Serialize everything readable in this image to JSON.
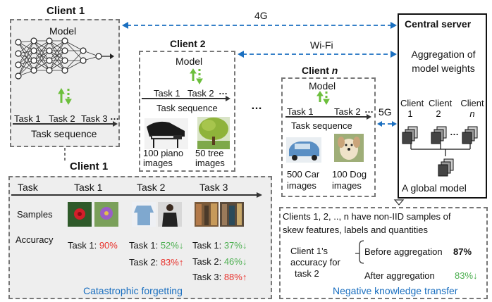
{
  "links": {
    "l4g": "4G",
    "wifi": "Wi-Fi",
    "l5g": "5G"
  },
  "client1": {
    "title": "Client 1",
    "model": "Model",
    "tasks": [
      "Task 1",
      "Task 2",
      "Task 3",
      "…"
    ],
    "seq": "Task sequence"
  },
  "client2": {
    "title": "Client 2",
    "model": "Model",
    "tasks": [
      "Task 1",
      "Task 2",
      "…"
    ],
    "seq": "Task sequence",
    "img1": "100 piano images",
    "img2": "50 tree images"
  },
  "ellipsis": "…",
  "clientn": {
    "title_prefix": "Client ",
    "title_n": "n",
    "model": "Model",
    "tasks": [
      "Task 1",
      "Task 2",
      "…"
    ],
    "seq": "Task sequence",
    "img1": "500 Car images",
    "img2": "100 Dog images"
  },
  "server": {
    "title": "Central server",
    "agg": "Aggregation of model weights",
    "c1": "Client 1",
    "c2": "Client 2",
    "cn_prefix": "Client",
    "cn": "n",
    "dots": "…",
    "global": "A global model"
  },
  "forget": {
    "title": "Client 1",
    "headers": [
      "Task",
      "Task 1",
      "Task 2",
      "Task 3"
    ],
    "samples": "Samples",
    "accuracy": "Accuracy",
    "col1": [
      {
        "label": "Task 1:",
        "val": "90%",
        "color": "red"
      }
    ],
    "col2": [
      {
        "label": "Task 1:",
        "val": "52%↓",
        "color": "green"
      },
      {
        "label": "Task 2:",
        "val": "83%↑",
        "color": "red"
      }
    ],
    "col3": [
      {
        "label": "Task 1:",
        "val": "37%↓",
        "color": "green"
      },
      {
        "label": "Task 2:",
        "val": "46%↓",
        "color": "green"
      },
      {
        "label": "Task 3:",
        "val": "88%↑",
        "color": "red"
      }
    ],
    "caption": "Catastrophic forgetting"
  },
  "transfer": {
    "desc1": "Clients 1, 2, .., n have non-IID samples of",
    "desc2": "skew features, labels and quantities",
    "acc1": "Client 1's",
    "acc2": "accuracy for",
    "acc3": "task 2",
    "before": "Before aggregation",
    "before_val": "87%",
    "after": "After aggregation",
    "after_val": "83%↓",
    "caption": "Negative knowledge transfer"
  }
}
